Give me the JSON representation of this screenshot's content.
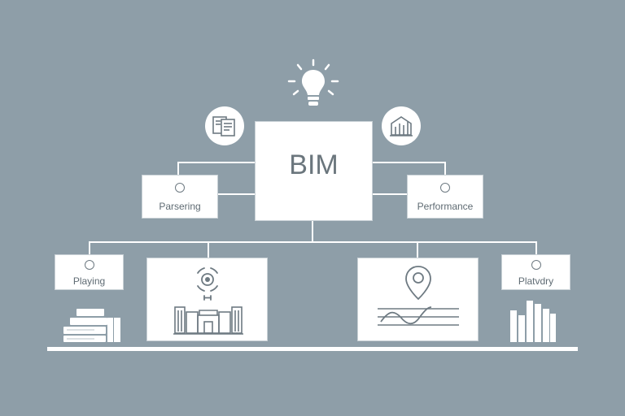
{
  "diagram": {
    "center": {
      "label": "BIM"
    },
    "nodes": [
      {
        "id": "left-mid",
        "label": "Parsering"
      },
      {
        "id": "right-mid",
        "label": "Performance"
      },
      {
        "id": "left-bottom",
        "label": "Playing"
      },
      {
        "id": "right-bottom",
        "label": "Platvdry"
      }
    ],
    "icons": {
      "top": "lightbulb-icon",
      "top_left": "documents-icon",
      "top_right": "building-chart-icon",
      "panel_left": "building-icon",
      "panel_right": "location-pin-icon",
      "bottom_left": "stacked-papers-icon",
      "bottom_right": "bar-chart-icon"
    },
    "colors": {
      "background": "#8e9ea8",
      "box": "#ffffff",
      "text": "#5f6b73"
    }
  }
}
